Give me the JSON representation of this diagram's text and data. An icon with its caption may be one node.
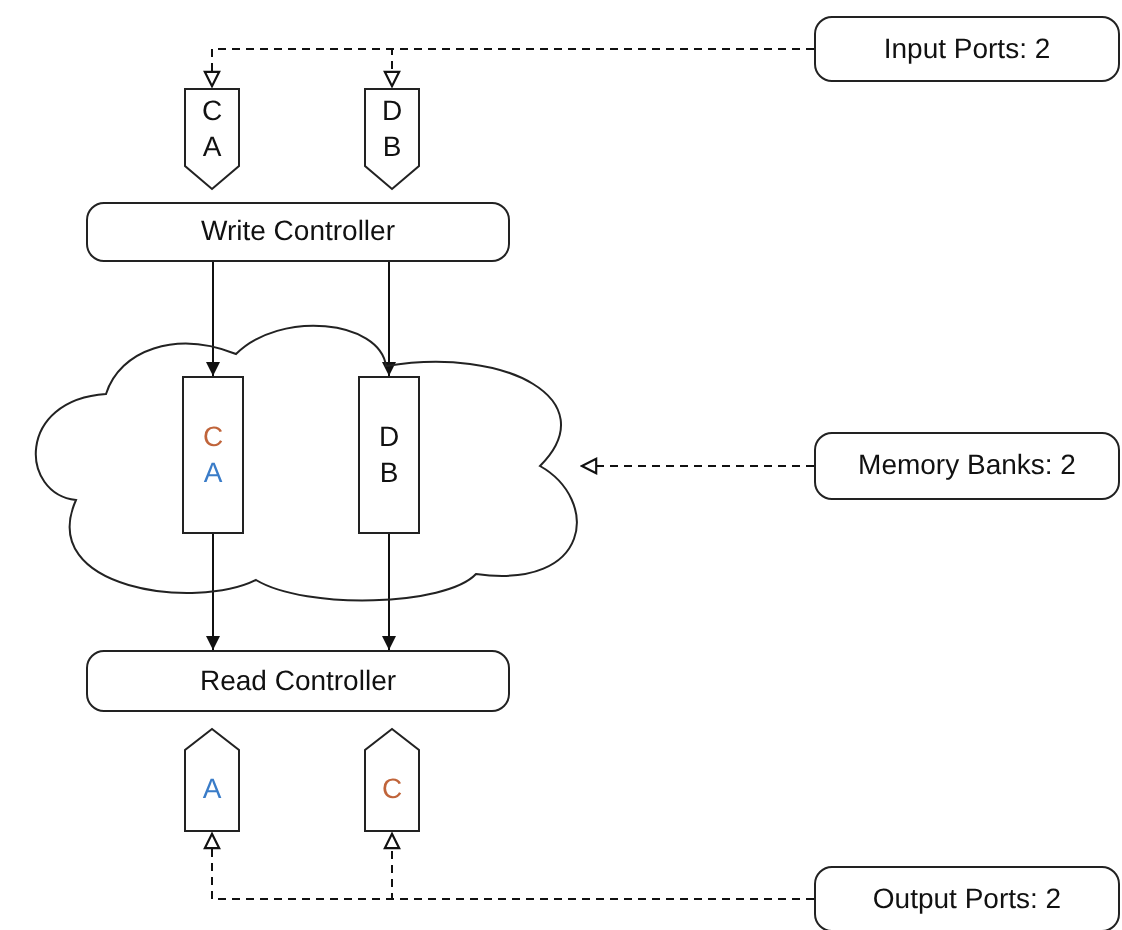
{
  "diagram": {
    "nodes": [
      {
        "text": [
          "Input Ports: 2"
        ]
      },
      {
        "text": [
          "C",
          "A"
        ]
      },
      {
        "text": [
          "D",
          "B"
        ]
      },
      {
        "text": [
          "Write Controller"
        ]
      },
      {
        "text": [],
        "shape": "cloud"
      },
      {
        "text": [
          "C",
          "A"
        ],
        "in": 4
      },
      {
        "text": [
          "D",
          "B"
        ],
        "in": 4
      },
      {
        "text": [
          "Memory Banks: 2"
        ]
      },
      {
        "text": [
          "Read Controller"
        ]
      },
      {
        "text": [
          "A"
        ]
      },
      {
        "text": [
          "C"
        ]
      },
      {
        "text": [
          "Output Ports: 2"
        ]
      }
    ],
    "edges": [
      {
        "from": 0,
        "to": 1,
        "arrow": "to",
        "style": "dashed"
      },
      {
        "from": 0,
        "to": 2,
        "arrow": "to",
        "style": "dashed"
      },
      {
        "from": 3,
        "to": 5,
        "arrow": "to"
      },
      {
        "from": 3,
        "to": 6,
        "arrow": "to"
      },
      {
        "from": 5,
        "to": 8,
        "arrow": "to"
      },
      {
        "from": 6,
        "to": 8,
        "arrow": "to"
      },
      {
        "from": 7,
        "to": 4,
        "arrow": "to",
        "style": "dashed"
      },
      {
        "from": 11,
        "to": 9,
        "arrow": "to",
        "style": "dashed"
      },
      {
        "from": 11,
        "to": 10,
        "arrow": "to",
        "style": "dashed"
      }
    ]
  }
}
